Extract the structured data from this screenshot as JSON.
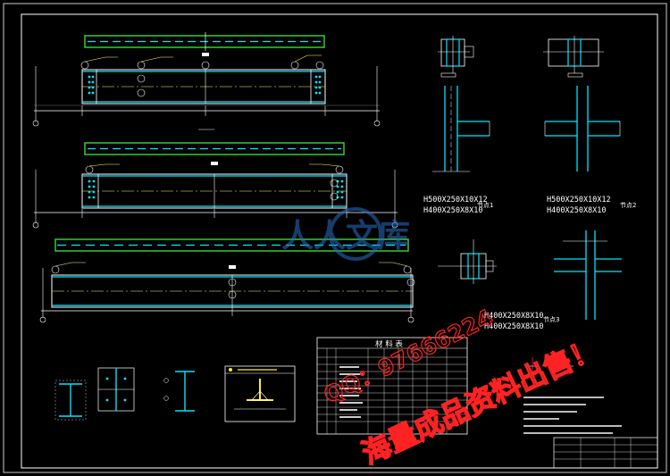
{
  "labels": {
    "sec_a": "H500X250X10X12",
    "sec_b": "H400X250X8X10",
    "sec_c": "H500X250X10X12",
    "sec_d": "H400X250X8X10",
    "sec_e": "H400X250X8X10",
    "sec_f": "H400X250X8X10",
    "node_1": "节点1",
    "node_2": "节点2",
    "node_3": "节点3",
    "table_title": "材 料 表"
  },
  "watermark": {
    "site": "人人文库",
    "qq": "QQ：97666224",
    "sale": "海量成品资料出售！"
  },
  "colors": {
    "background": "#000000",
    "frame": "#ffffff",
    "beam": "#00e5ff",
    "green": "#33dd33",
    "yellow": "#ffee33",
    "red": "#ff2222",
    "watermark_blue": "#2b6fc4"
  }
}
